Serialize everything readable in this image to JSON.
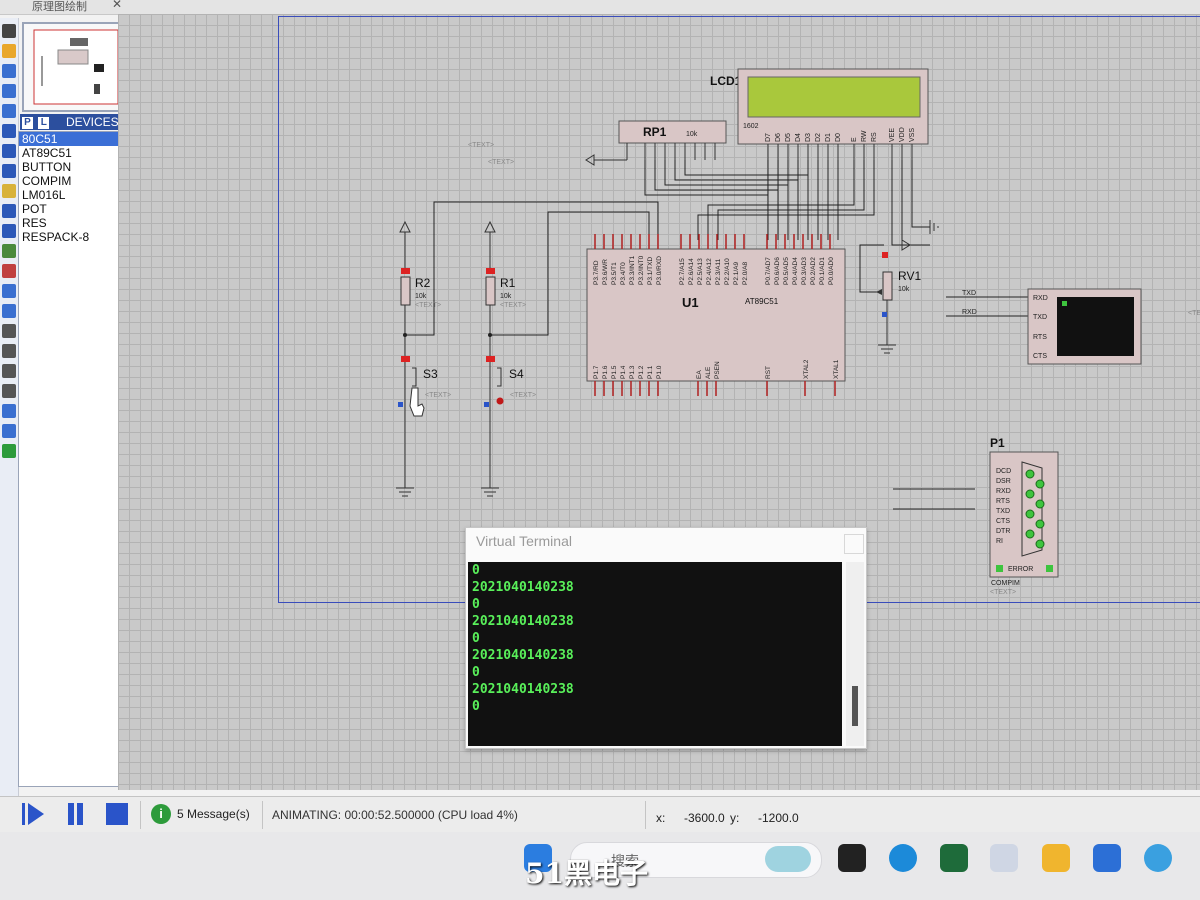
{
  "window": {
    "tab_title": "原理图绘制",
    "tab_close": "✕"
  },
  "devices": {
    "header_label": "DEVICES",
    "btn_p": "P",
    "btn_l": "L",
    "items": [
      "80C51",
      "AT89C51",
      "BUTTON",
      "COMPIM",
      "LM016L",
      "POT",
      "RES",
      "RESPACK-8"
    ],
    "selected": "80C51"
  },
  "schematic": {
    "lcd": {
      "ref": "LCD1",
      "model": "1602",
      "screen_color": "#a9c83c",
      "pins": [
        "D7",
        "D6",
        "D5",
        "D4",
        "D3",
        "D2",
        "D1",
        "D0",
        "E",
        "RW",
        "RS",
        "VEE",
        "VDD",
        "VSS"
      ]
    },
    "rp1": {
      "ref": "RP1",
      "value": "10k"
    },
    "u1": {
      "ref": "U1",
      "model": "AT89C51",
      "pins_left": [
        "P3.7/RD",
        "P3.6/WR",
        "P3.5/T1",
        "P3.4/T0",
        "P3.3/INT1",
        "P3.2/INT0",
        "P3.1/TXD",
        "P3.0/RXD"
      ],
      "pins_mid": [
        "P2.7/A15",
        "P2.6/A14",
        "P2.5/A13",
        "P2.4/A12",
        "P2.3/A11",
        "P2.2/A10",
        "P2.1/A9",
        "P2.0/A8"
      ],
      "pins_right": [
        "P0.7/AD7",
        "P0.6/AD6",
        "P0.5/AD5",
        "P0.4/AD4",
        "P0.3/AD3",
        "P0.2/AD2",
        "P0.1/AD1",
        "P0.0/AD0"
      ],
      "pins_bottom": [
        "P1.7",
        "P1.6",
        "P1.5",
        "P1.4",
        "P1.3",
        "P1.2",
        "P1.1",
        "P1.0",
        "EA",
        "ALE",
        "PSEN",
        "RST",
        "XTAL2",
        "XTAL1"
      ]
    },
    "r2": {
      "ref": "R2",
      "value": "10k"
    },
    "r1": {
      "ref": "R1",
      "value": "10k"
    },
    "s3": {
      "ref": "S3"
    },
    "s4": {
      "ref": "S4"
    },
    "rv1": {
      "ref": "RV1",
      "value": "10k"
    },
    "vt_instrument": {
      "pins": [
        "RXD",
        "TXD",
        "RTS",
        "CTS"
      ],
      "wire_labels": [
        "TXD",
        "RXD"
      ]
    },
    "p1": {
      "ref": "P1",
      "model": "COMPIM",
      "pins": [
        "DCD",
        "DSR",
        "RXD",
        "RTS",
        "TXD",
        "CTS",
        "DTR",
        "RI"
      ],
      "error": "ERROR"
    },
    "text_placeholder": "<TEXT>"
  },
  "virtual_terminal": {
    "title": "Virtual Terminal",
    "lines": [
      "0",
      "2021040140238",
      "0",
      "2021040140238",
      "0",
      "2021040140238",
      "0",
      "2021040140238",
      "0"
    ]
  },
  "status": {
    "messages": "5 Message(s)",
    "animating": "ANIMATING: 00:00:52.500000 (CPU load 4%)",
    "x_label": "x:",
    "x_value": "-3600.0",
    "y_label": "y:",
    "y_value": "-1200.0"
  },
  "taskbar": {
    "search_text": "搜索"
  },
  "watermark": "51黑电子"
}
